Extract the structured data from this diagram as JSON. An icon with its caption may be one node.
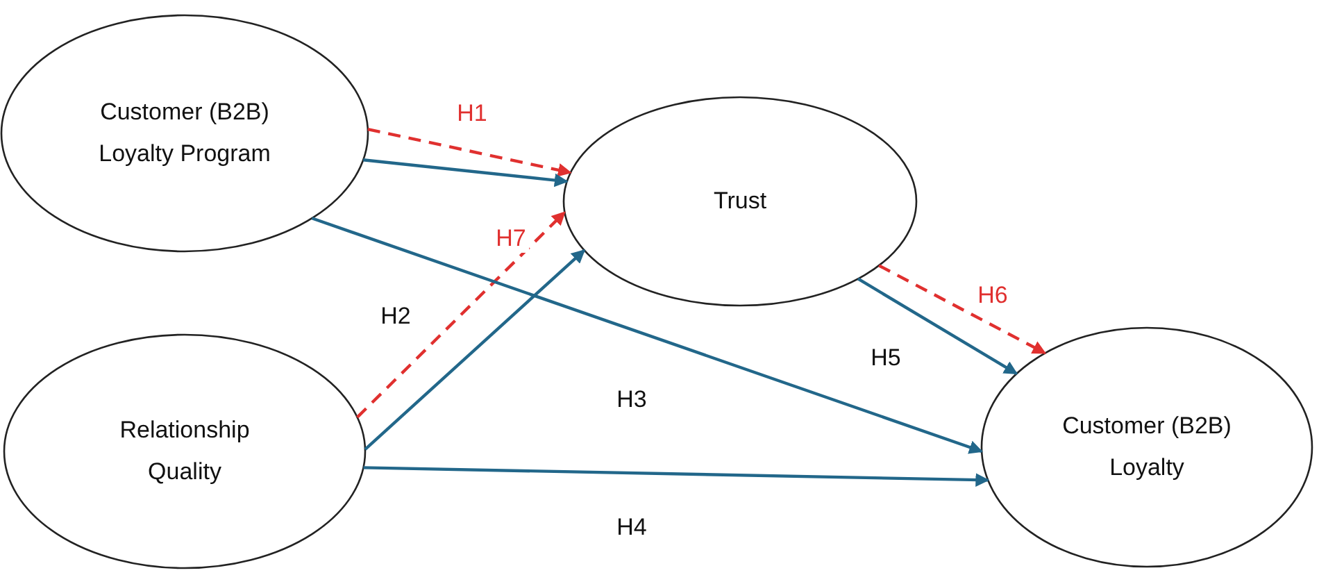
{
  "diagram": {
    "nodes": [
      {
        "text": [
          "Customer (B2B) Loyalty Program"
        ]
      },
      {
        "text": [
          "Trust"
        ]
      },
      {
        "text": [
          "Relationship Quality"
        ]
      },
      {
        "text": [
          "Customer (B2B) Loyalty"
        ]
      }
    ],
    "edges": [
      {
        "from": 0,
        "to": 1,
        "arrow": "to",
        "style": "dashed",
        "color": "#e0302f",
        "label": "H1"
      },
      {
        "from": 0,
        "to": 1,
        "arrow": "to"
      },
      {
        "from": 2,
        "to": 1,
        "arrow": "to",
        "style": "dashed",
        "color": "#e0302f",
        "label": "H7"
      },
      {
        "from": 2,
        "to": 1,
        "arrow": "to",
        "label": "H2"
      },
      {
        "from": 0,
        "to": 3,
        "arrow": "to",
        "label": "H3"
      },
      {
        "from": 1,
        "to": 3,
        "arrow": "to",
        "style": "dashed",
        "color": "#e0302f",
        "label": "H6"
      },
      {
        "from": 1,
        "to": 3,
        "arrow": "to",
        "label": "H5"
      },
      {
        "from": 2,
        "to": 3,
        "arrow": "to",
        "label": "H4"
      }
    ]
  }
}
